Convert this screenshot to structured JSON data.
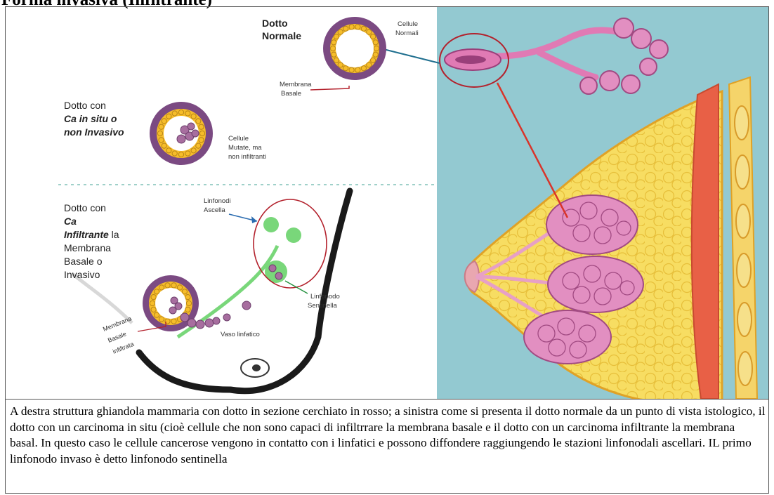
{
  "title": "Forma invasiva (Infiltrante)",
  "labels": {
    "normal_duct": [
      "Dotto",
      "Normale"
    ],
    "normal_cells": [
      "Cellule",
      "Normali"
    ],
    "basal_membrane": [
      "Membrana",
      "Basale"
    ],
    "insitu_duct": [
      "Dotto con",
      "Ca in situ o",
      "non Invasivo"
    ],
    "mutated_cells": [
      "Cellule",
      "Mutate, ma",
      "non infiltranti"
    ],
    "infiltrating_duct": [
      "Dotto con",
      "Ca",
      "Infiltrante la",
      "Membrana",
      "Basale o",
      "Invasivo"
    ],
    "axilla_nodes": [
      "Linfonodi",
      "Ascella"
    ],
    "sentinel_node": [
      "Linfonodo",
      "Sentinella"
    ],
    "lymph_vessel": "Vaso linfatico",
    "infiltrated_membrane": [
      "Membrana",
      "Basale",
      "infiltrata"
    ]
  },
  "colors": {
    "duct_purple": "#7b4a82",
    "cell_yellow": "#f6bd2a",
    "breast_bg": "#93c9d1",
    "fat_yellow": "#f7dd62",
    "lobule_pink": "#e28fc1",
    "muscle_red": "#e86046",
    "node_green": "#79d77a",
    "circle_red": "#b3212c"
  },
  "caption": "A destra struttura ghiandola mammaria con  dotto in sezione cerchiato in rosso; a sinistra come si presenta il dotto normale da un punto di vista istologico, il dotto con un carcinoma in situ (cioè cellule che non sono capaci di infiltrrare la membrana basale e il dotto con un carcinoma infiltrante la membrana basal. In questo caso le cellule cancerose vengono in contatto con i linfatici e possono diffondere raggiungendo le stazioni linfonodali ascellari. IL primo linfonodo invaso è detto linfonodo sentinella"
}
